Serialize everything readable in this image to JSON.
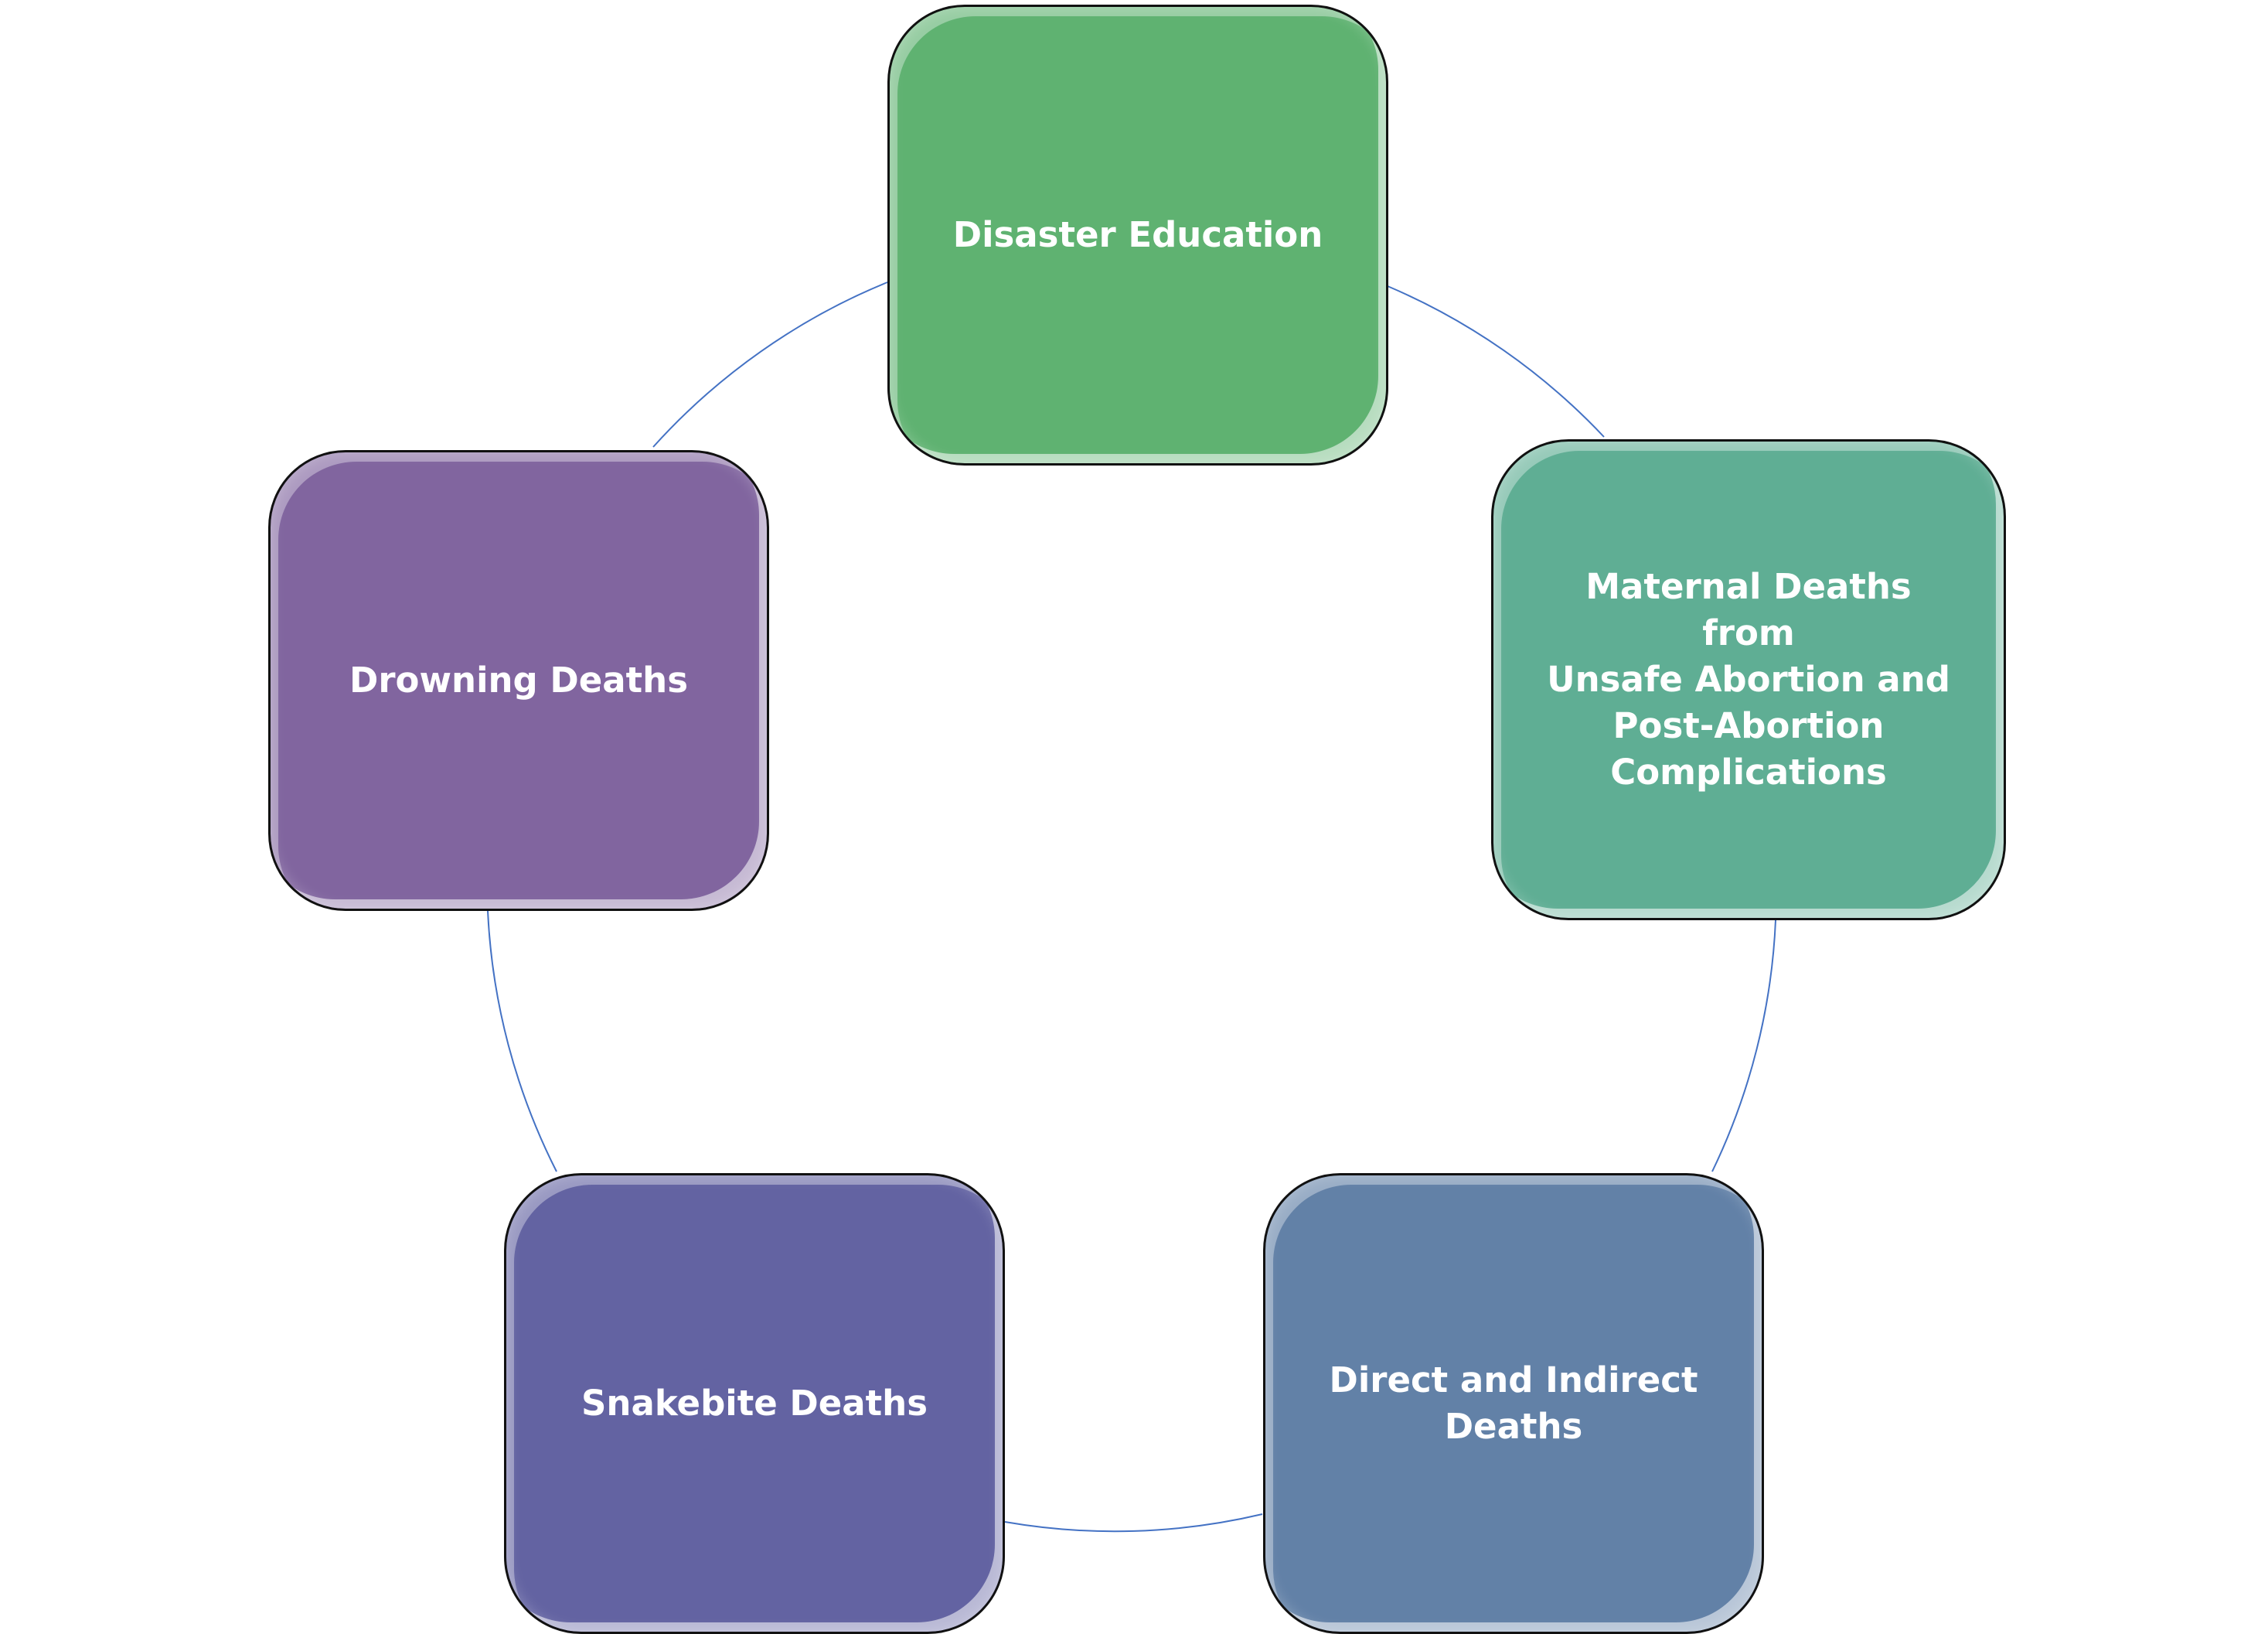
{
  "diagram": {
    "type": "cycle",
    "connector_color": "#4472c4",
    "nodes": [
      {
        "id": "top",
        "label": "Disaster Education",
        "color": "#5fb271"
      },
      {
        "id": "right",
        "label": "Maternal Deaths from Unsafe Abortion and Post-Abortion Complications",
        "color": "#5fae94"
      },
      {
        "id": "bottom-right",
        "label": "Direct and Indirect Deaths",
        "color": "#6281a7"
      },
      {
        "id": "bottom-left",
        "label": "Snakebite Deaths",
        "color": "#6363a2"
      },
      {
        "id": "left",
        "label": "Drowning Deaths",
        "color": "#81659f"
      }
    ]
  }
}
